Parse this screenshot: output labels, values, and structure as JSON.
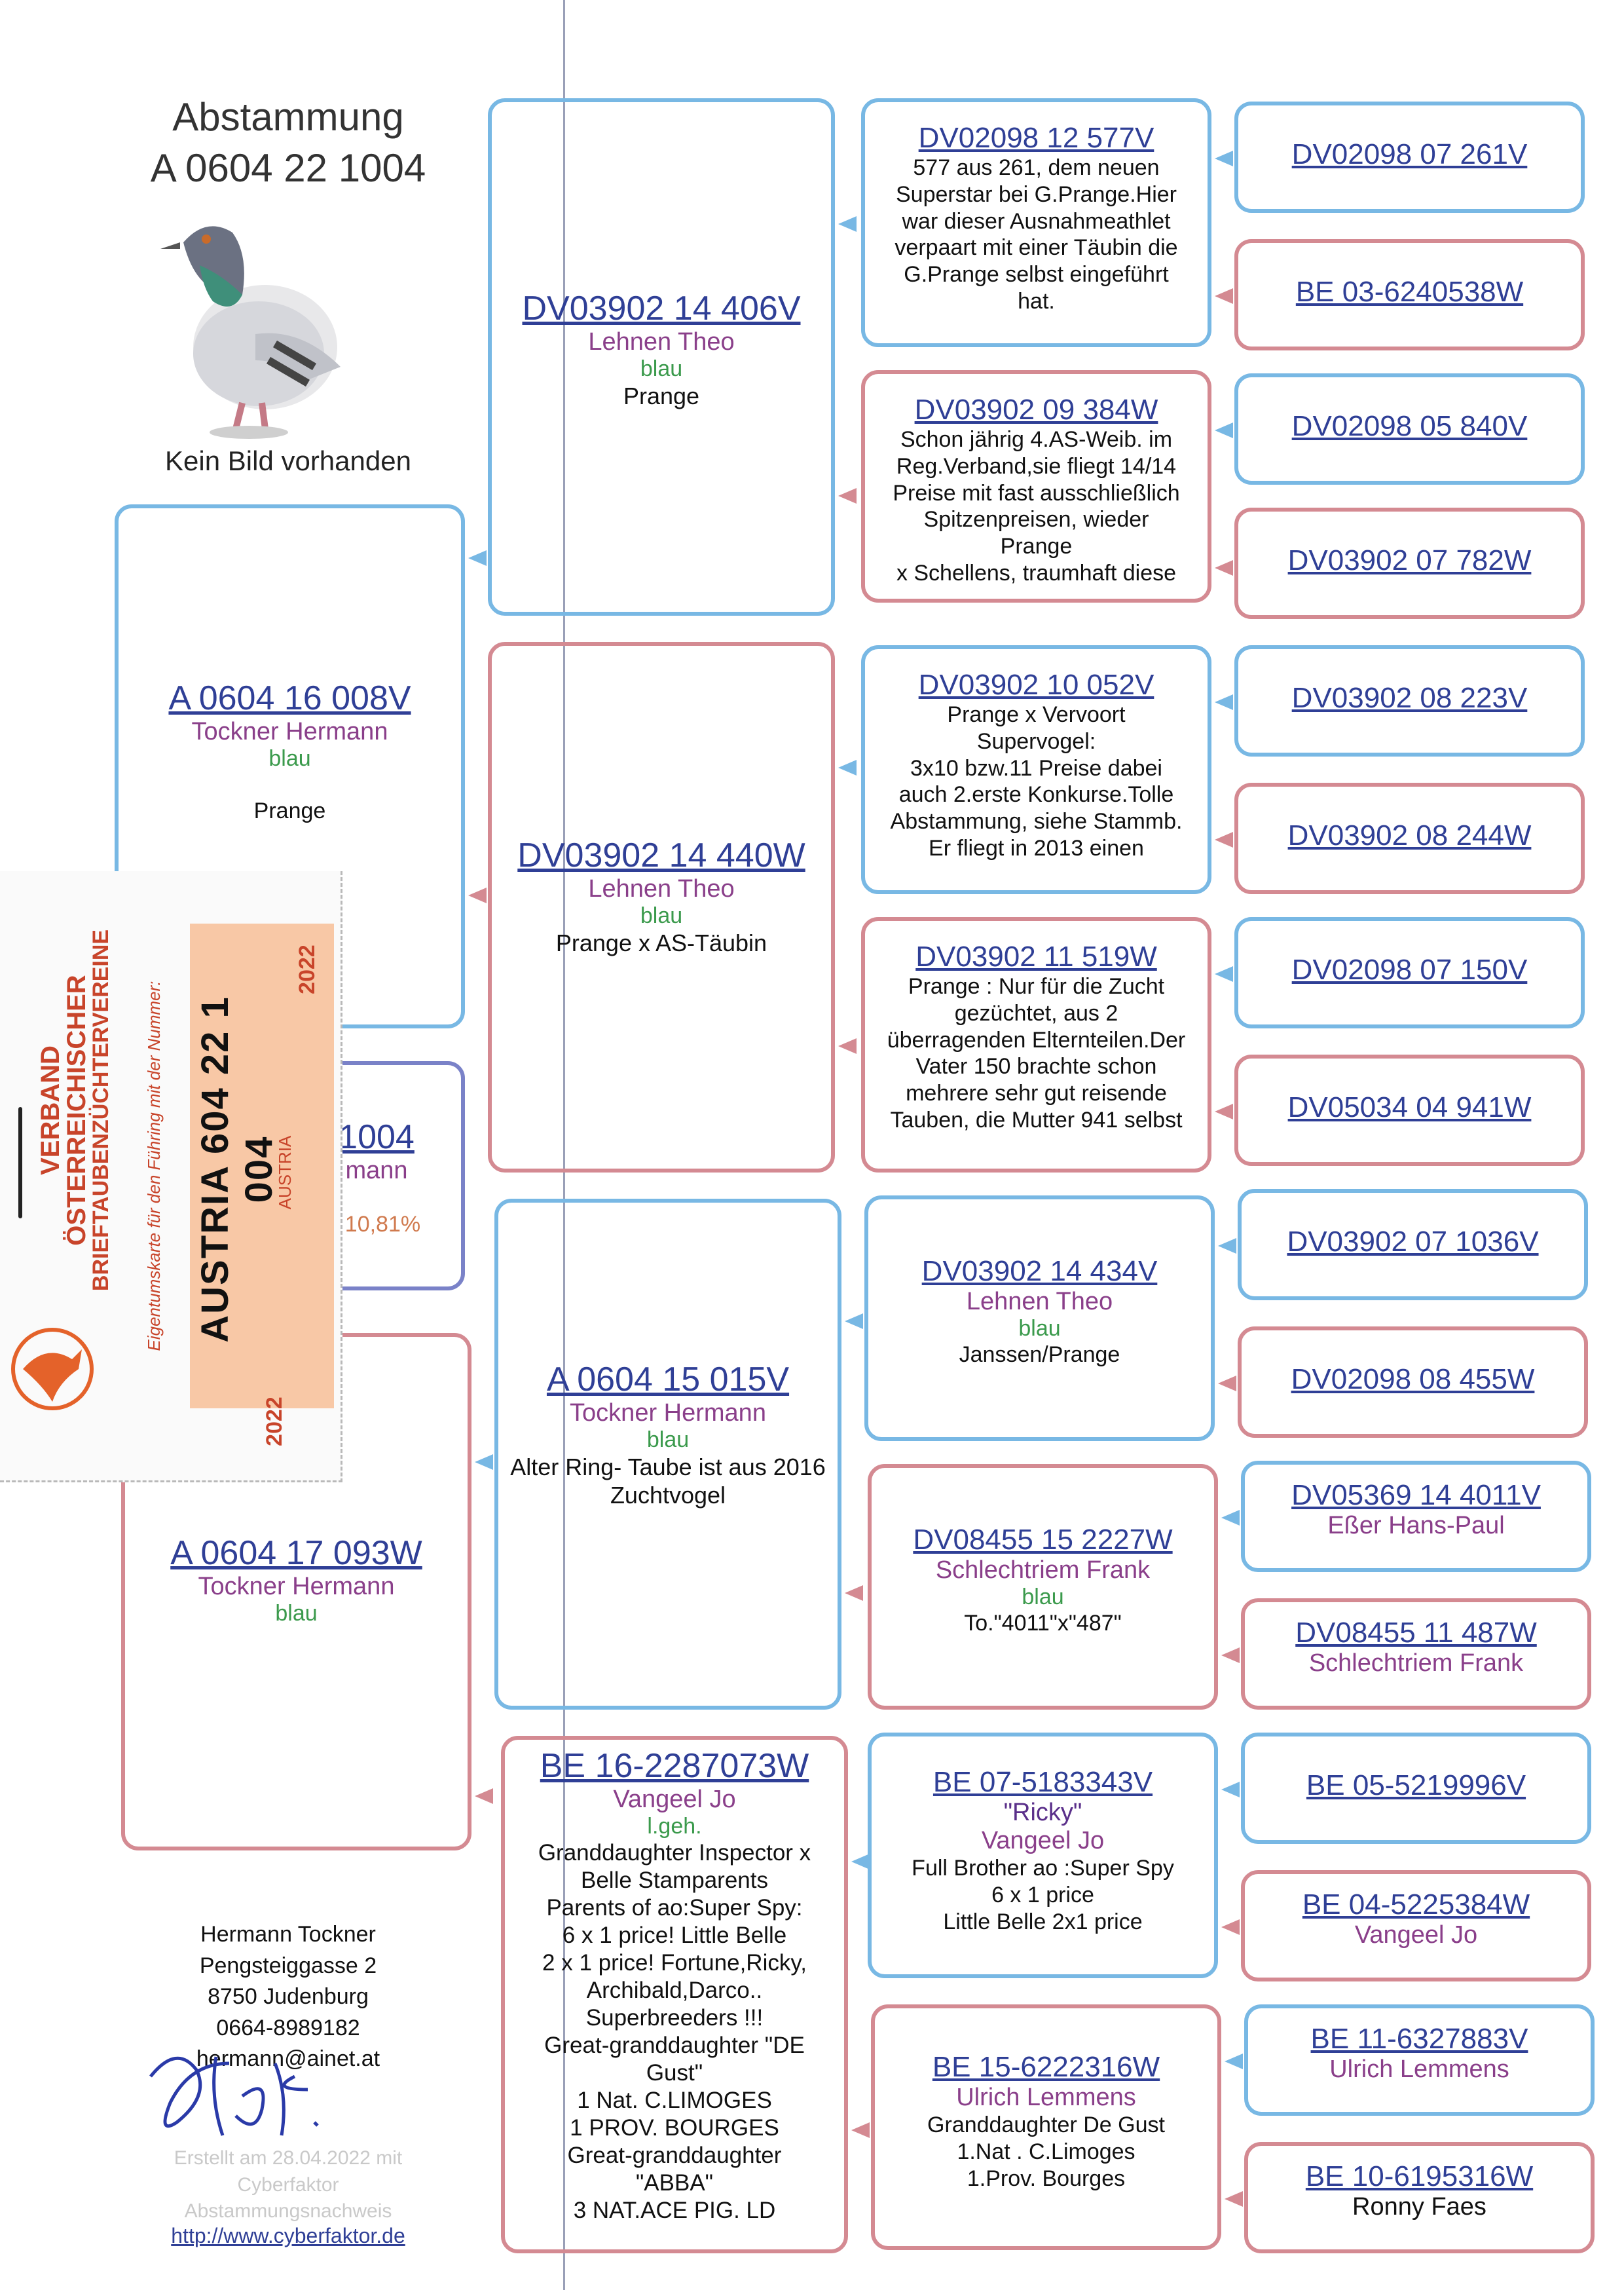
{
  "header": {
    "title": "Abstammung",
    "ring": "A 0604 22 1004",
    "no_image": "Kein Bild vorhanden"
  },
  "gen1": [
    {
      "ring": "A 0604 16 008V",
      "owner": "Tockner Hermann",
      "color": "blau",
      "note": "Prange"
    },
    {
      "ring": "A 0604 17 093W",
      "owner": "Tockner Hermann",
      "color": "blau"
    }
  ],
  "subject_partial": {
    "ring": "1004",
    "owner": "mann",
    "percent": ": 10,81%"
  },
  "gen2": [
    {
      "ring": "DV03902 14 406V",
      "owner": "Lehnen Theo",
      "color": "blau",
      "note": "Prange"
    },
    {
      "ring": "DV03902 14 440W",
      "owner": "Lehnen Theo",
      "color": "blau",
      "note": "Prange x AS-Täubin"
    },
    {
      "ring": "A 0604 15 015V",
      "owner": "Tockner Hermann",
      "color": "blau",
      "note": "Alter Ring- Taube ist aus 2016 Zuchtvogel"
    },
    {
      "ring": "BE 16-2287073W",
      "owner": "Vangeel Jo",
      "color": "l.geh.",
      "note": [
        "Granddaughter Inspector x",
        "Belle Stamparents",
        "Parents of ao:Super Spy:",
        "6 x 1 price! Little Belle",
        "2 x 1 price! Fortune,Ricky,",
        "Archibald,Darco..",
        "Superbreeders !!!",
        "Great-granddaughter \"DE",
        "Gust\"",
        "1 Nat. C.LIMOGES",
        "1 PROV. BOURGES",
        "Great-granddaughter",
        "\"ABBA\"",
        "3 NAT.ACE PIG. LD"
      ]
    }
  ],
  "gen3": [
    {
      "ring": "DV02098 12 577V",
      "note": [
        "577 aus 261, dem neuen",
        "Superstar bei G.Prange.Hier",
        "war dieser Ausnahmeathlet",
        "verpaart mit einer Täubin die",
        "G.Prange selbst eingeführt",
        "hat."
      ]
    },
    {
      "ring": "DV03902 09 384W",
      "note": [
        "Schon jährig 4.AS-Weib. im",
        "Reg.Verband,sie fliegt 14/14",
        "Preise mit fast ausschließlich",
        "Spitzenpreisen, wieder",
        "Prange",
        "x Schellens, traumhaft diese"
      ]
    },
    {
      "ring": "DV03902 10 052V",
      "note": [
        "Prange x Vervoort",
        "Supervogel:",
        "3x10 bzw.11 Preise dabei",
        "auch 2.erste Konkurse.Tolle",
        "Abstammung, siehe Stammb.",
        "Er fliegt in 2013 einen"
      ]
    },
    {
      "ring": "DV03902 11 519W",
      "note": [
        "Prange : Nur für die Zucht",
        "gezüchtet, aus 2",
        "überragenden Elternteilen.Der",
        "Vater 150 brachte schon",
        "mehrere sehr gut reisende",
        "Tauben, die Mutter 941 selbst"
      ]
    },
    {
      "ring": "DV03902 14 434V",
      "owner": "Lehnen Theo",
      "color": "blau",
      "note": [
        "Janssen/Prange"
      ]
    },
    {
      "ring": "DV08455 15 2227W",
      "owner": "Schlechtriem Frank",
      "color": "blau",
      "note": [
        "To.\"4011\"x\"487\""
      ]
    },
    {
      "ring": "BE 07-5183343V",
      "owner": "Vangeel Jo",
      "name": "\"Ricky\"",
      "note": [
        "Full Brother ao :Super Spy",
        "6 x 1 price",
        "Little Belle 2x1 price"
      ]
    },
    {
      "ring": "BE 15-6222316W",
      "owner": "Ulrich Lemmens",
      "note": [
        "Granddaughter De Gust",
        "1.Nat . C.Limoges",
        "1.Prov. Bourges"
      ]
    }
  ],
  "gen4": [
    {
      "ring": "DV02098 07 261V"
    },
    {
      "ring": "BE 03-6240538W"
    },
    {
      "ring": "DV02098 05 840V"
    },
    {
      "ring": "DV03902 07 782W"
    },
    {
      "ring": "DV03902 08 223V"
    },
    {
      "ring": "DV03902 08 244W"
    },
    {
      "ring": "DV02098 07 150V"
    },
    {
      "ring": "DV05034 04 941W"
    },
    {
      "ring": "DV03902 07 1036V"
    },
    {
      "ring": "DV02098 08 455W"
    },
    {
      "ring": "DV05369 14 4011V",
      "owner": "Eßer Hans-Paul"
    },
    {
      "ring": "DV08455 11 487W",
      "owner": "Schlechtriem Frank"
    },
    {
      "ring": "BE 05-5219996V"
    },
    {
      "ring": "BE 04-5225384W",
      "owner": "Vangeel Jo"
    },
    {
      "ring": "BE 11-6327883V",
      "owner": "Ulrich Lemmens"
    },
    {
      "ring": "BE 10-6195316W",
      "owner": "Ronny Faes"
    }
  ],
  "breeder": {
    "name": "Hermann Tockner",
    "street": "Pengsteiggasse 2",
    "city": "8750 Judenburg",
    "phone": "0664-8989182",
    "email": "hermann@ainet.at"
  },
  "footer": {
    "created": "Erstellt am 28.04.2022 mit",
    "software": "Cyberfaktor",
    "doc": "Abstammungsnachweis",
    "url": "http://www.cyberfaktor.de"
  },
  "ring_card": {
    "org1": "VERBAND",
    "org2": "ÖSTERREICHISCHER",
    "org3": "BRIEFTAUBENZÜCHTERVEREINE",
    "ownership": "Eigentumskarte für den Führing mit der Nummer:",
    "number": "AUSTRIA 604 22 1 004",
    "country": "AUSTRIA",
    "year_top": "2022",
    "year_bottom": "2022"
  },
  "colors": {
    "male_border": "#78b8e4",
    "female_border": "#d48a92",
    "ring_text": "#2f3f96",
    "owner_text": "#8a3f8a",
    "color_text": "#3b9a4c",
    "card_orange": "#f8c8a6",
    "logo_orange": "#e4622a"
  }
}
